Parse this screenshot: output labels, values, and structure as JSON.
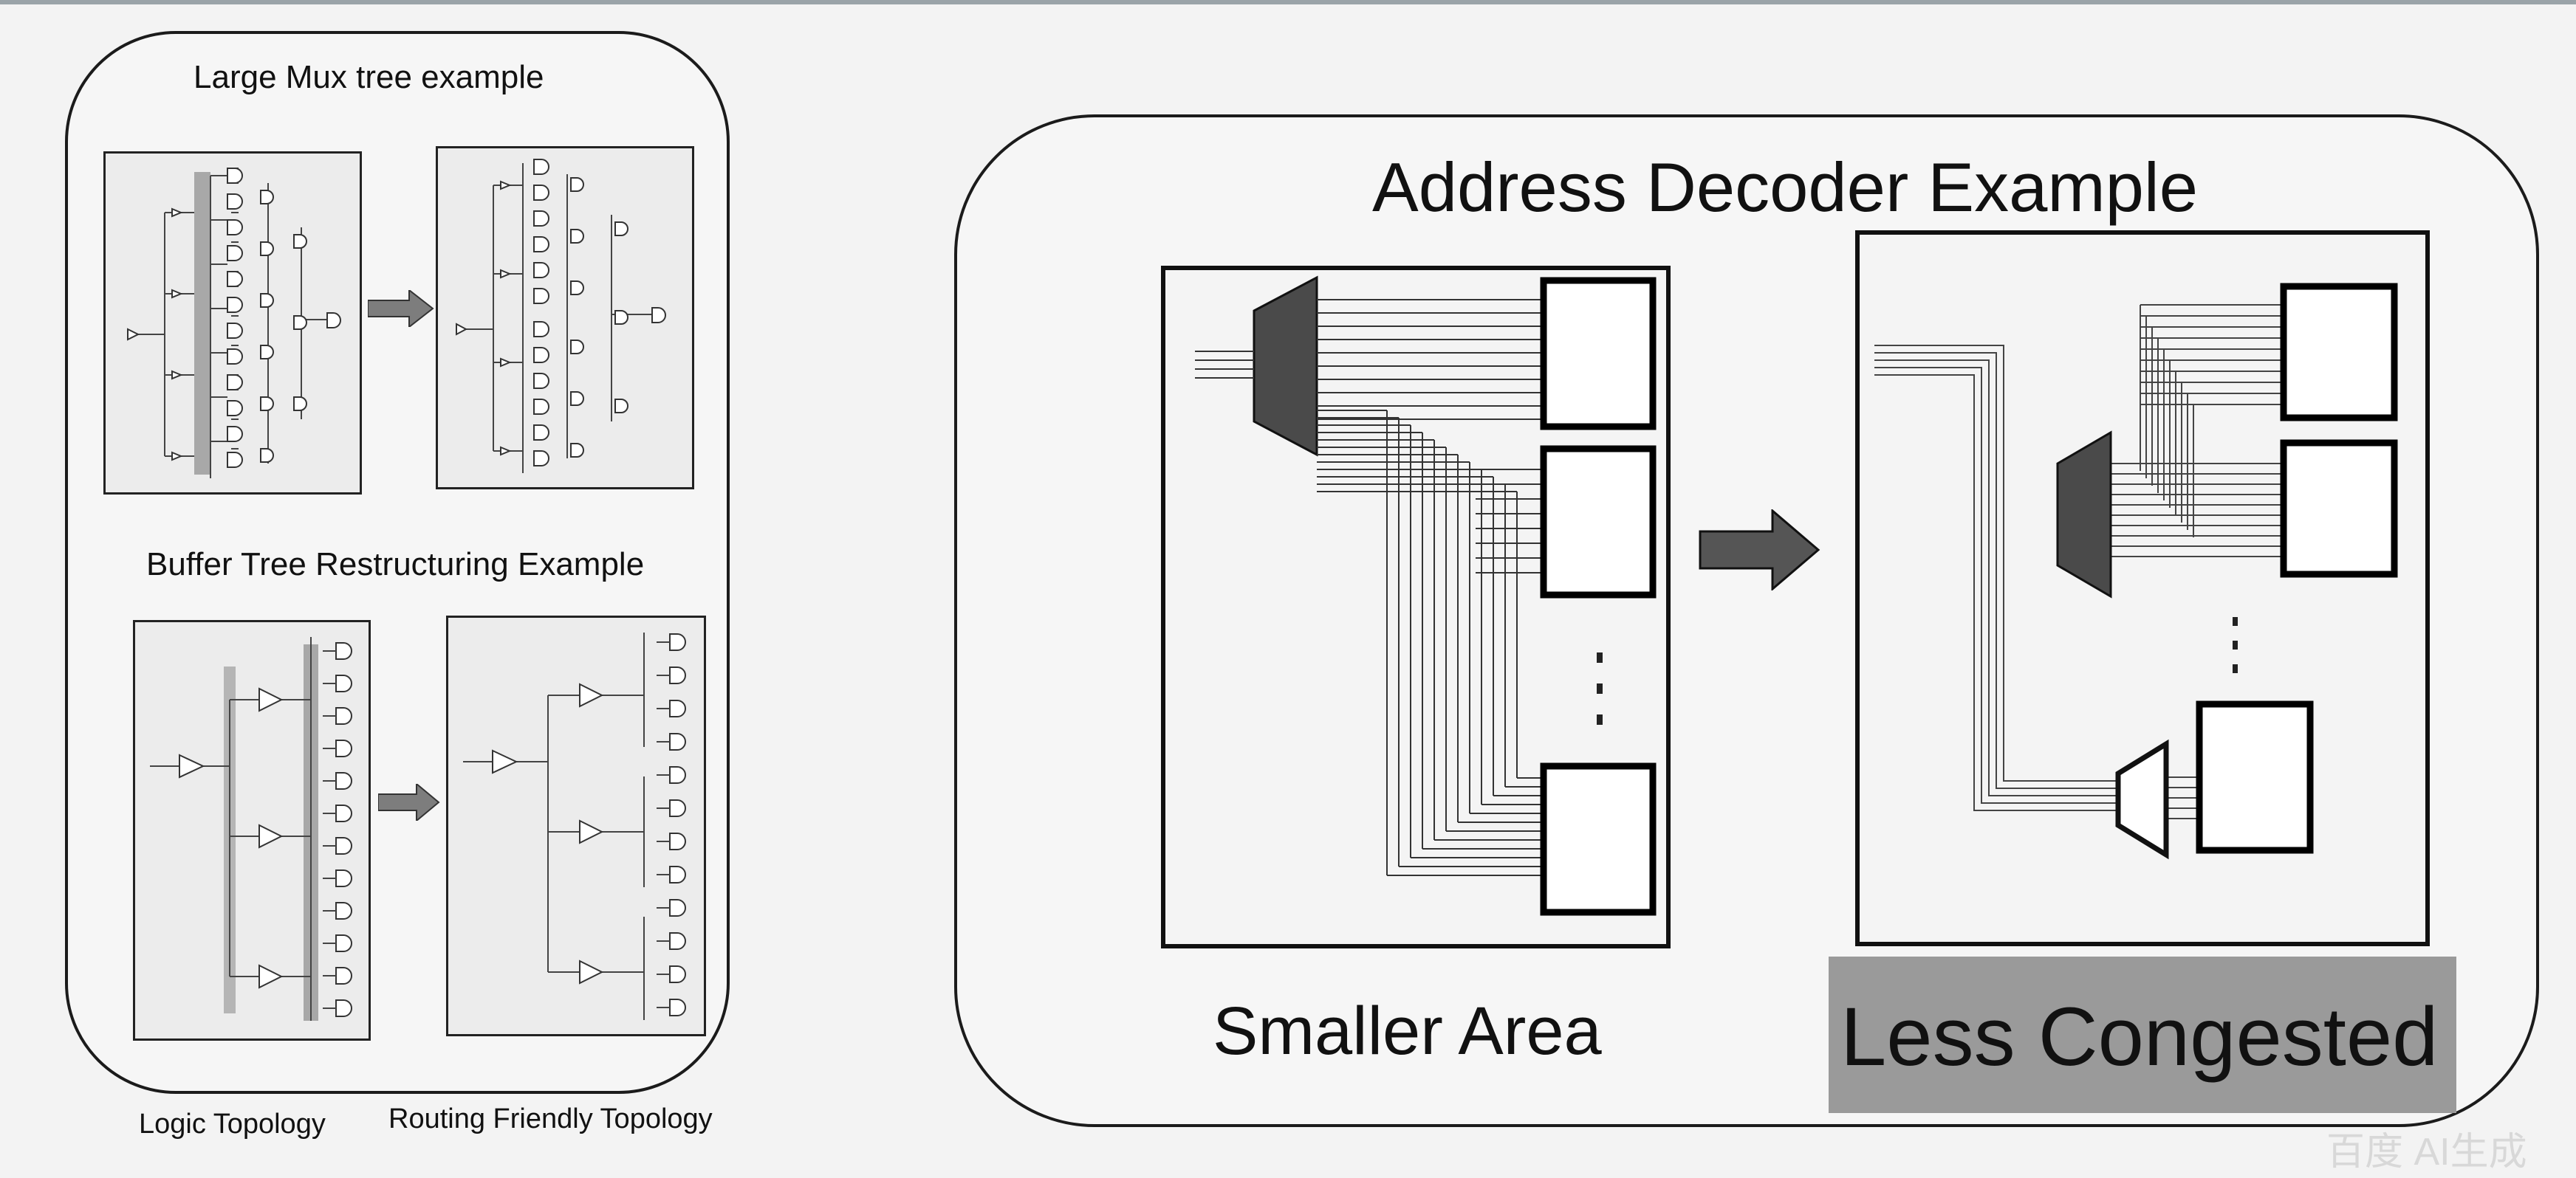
{
  "left_panel": {
    "mux_title": "Large Mux tree example",
    "buffer_title": "Buffer Tree Restructuring Example",
    "label_left": "Logic Topology",
    "label_right": "Routing Friendly Topology"
  },
  "right_panel": {
    "title": "Address Decoder Example",
    "label_left": "Smaller Area",
    "label_right": "Less Congested"
  },
  "watermark": "百度 AI生成",
  "colors": {
    "frame": "#1b1b1b",
    "highlight": "#9a9a9a",
    "decoder": "#4a4a4a",
    "arrow": "#7d7d7d"
  }
}
